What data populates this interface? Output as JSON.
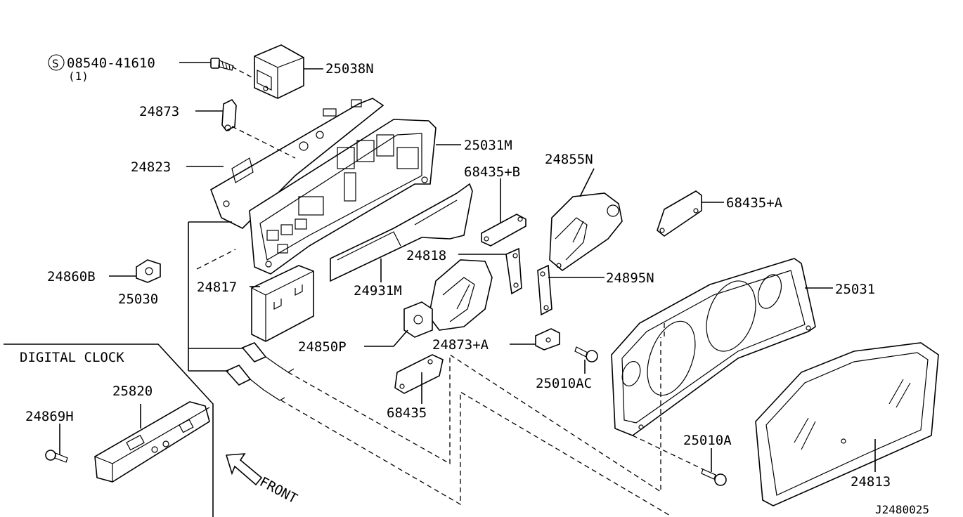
{
  "labels": {
    "bolt_s": "08540-41610",
    "bolt_s_qty": "(1)",
    "p25038N": "25038N",
    "p24873": "24873",
    "p24823": "24823",
    "p25031M": "25031M",
    "p68435B": "68435+B",
    "p24855N": "24855N",
    "p68435A": "68435+A",
    "p24860B": "24860B",
    "p24817": "24817",
    "p25030": "25030",
    "p24931M": "24931M",
    "p24818": "24818",
    "p24895N": "24895N",
    "p25031": "25031",
    "p24850P": "24850P",
    "p24873A": "24873+A",
    "p25010AC": "25010AC",
    "p68435": "68435",
    "p25010A": "25010A",
    "p24813": "24813",
    "digital_clock": "DIGITAL CLOCK",
    "p25820": "25820",
    "p24869H": "24869H",
    "front": "FRONT",
    "diagram_code": "J2480025"
  },
  "symbols": {
    "circled_s": "S"
  }
}
